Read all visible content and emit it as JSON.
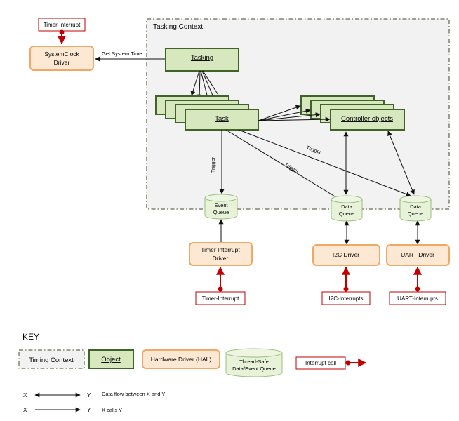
{
  "context_label": "Tasking Context",
  "top_interrupt": "Timer-Interrupt",
  "systemclock": {
    "line1": "SystemClock",
    "line2": "Driver"
  },
  "get_time_label": "Get System Time",
  "tasking_label": "Tasking",
  "task_label": "Task",
  "controller_label": "Controller objects",
  "trigger_label": "Trigger",
  "event_queue": {
    "line1": "Event",
    "line2": "Queue"
  },
  "data_queue": {
    "line1": "Data",
    "line2": "Queue"
  },
  "timer_driver": {
    "line1": "Timer Interrupt",
    "line2": "Driver"
  },
  "i2c_driver": "I2C Driver",
  "uart_driver": "UART Driver",
  "bottom_interrupts": {
    "timer": "Timer-Interrupt",
    "i2c": "I2C-Interrupts",
    "uart": "UART-Interrupts"
  },
  "key": {
    "title": "KEY",
    "timing_context": "Timing Context",
    "object": "Object",
    "hardware_driver": "Hardware Driver (HAL)",
    "queue": {
      "line1": "Thread-Safe",
      "line2": "Data/Event Queue"
    },
    "interrupt_call": "Interrupt call",
    "x": "X",
    "y": "Y",
    "data_flow": "Data flow between X and Y",
    "calls": "X calls Y"
  },
  "colors": {
    "object_fill": "#d7e7be",
    "object_border": "#40632a",
    "driver_fill": "#fde9d3",
    "driver_border": "#f0a866",
    "queue_fill": "#e7f2d9",
    "queue_border": "#9bbf7f",
    "interrupt": "#c00000",
    "context_fill": "#f2f2f2",
    "context_border": "#6b6b50"
  }
}
